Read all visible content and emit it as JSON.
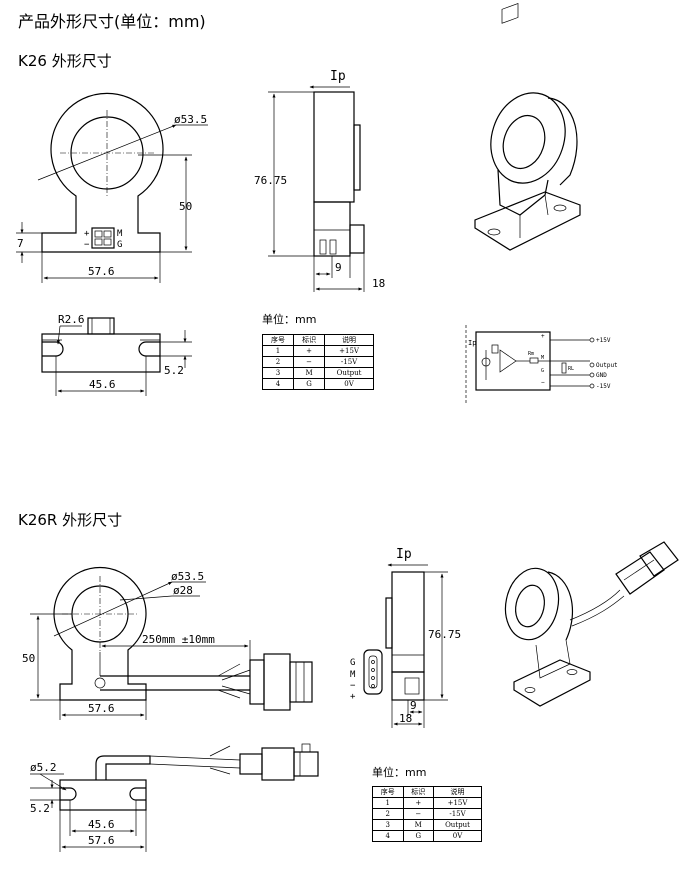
{
  "page_title": "产品外形尺寸(单位：mm)",
  "k26": {
    "title": "K26  外形尺寸",
    "dims": {
      "diameter": "ø53.5",
      "height_50": "50",
      "base_7": "7",
      "width_57_6": "57.6",
      "height_76_75": "76.75",
      "depth_9": "9",
      "depth_18": "18",
      "radius": "R2.6",
      "hole_spacing": "45.6",
      "slot_5_2": "5.2"
    },
    "connector_labels": {
      "plus": "+",
      "m": "M",
      "minus": "−",
      "g": "G"
    },
    "current_label": "Ip",
    "unit_label": "单位：mm",
    "table": {
      "headers": [
        "序号",
        "标识",
        "说明"
      ],
      "rows": [
        [
          "1",
          "+",
          "+15V"
        ],
        [
          "2",
          "−",
          "-15V"
        ],
        [
          "3",
          "M",
          "Output"
        ],
        [
          "4",
          "G",
          "0V"
        ]
      ]
    },
    "circuit": {
      "ip": "Ip",
      "plus_terminal": "+",
      "m_terminal": "M",
      "g_terminal": "G",
      "minus_terminal": "−",
      "rm": "Rm",
      "rl": "RL",
      "out_plus": "+15V",
      "out_output": "Output",
      "out_gnd": "GND",
      "out_minus": "-15V"
    }
  },
  "k26r": {
    "title": "K26R  外形尺寸",
    "dims": {
      "diameter": "ø53.5",
      "inner_diameter": "ø28",
      "height_50": "50",
      "cable": "250mm ±10mm",
      "width_57_6": "57.6",
      "height_76_75": "76.75",
      "depth_9": "9",
      "depth_18": "18",
      "hole": "ø5.2",
      "slot_5_2": "5.2",
      "hole_spacing": "45.6",
      "width_57_6_b": "57.6"
    },
    "connector_labels": {
      "g": "G",
      "m": "M",
      "minus": "−",
      "plus": "+"
    },
    "current_label": "Ip",
    "unit_label": "单位：mm",
    "table": {
      "headers": [
        "序号",
        "标识",
        "说明"
      ],
      "rows": [
        [
          "1",
          "+",
          "+15V"
        ],
        [
          "2",
          "−",
          "-15V"
        ],
        [
          "3",
          "M",
          "Output"
        ],
        [
          "4",
          "G",
          "0V"
        ]
      ]
    }
  }
}
